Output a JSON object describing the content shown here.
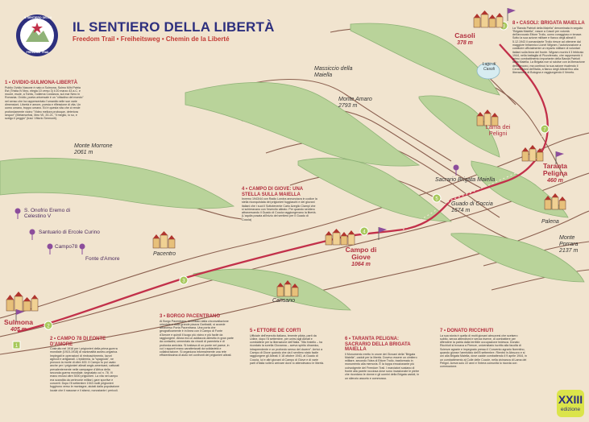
{
  "header": {
    "title": "IL SENTIERO DELLA LIBERTÀ",
    "subtitle": "Freedom Trail • Freiheitsweg • Chemin de la Liberté",
    "logo": {
      "top_text": "IL SENTIERO DELLA LIBERTÀ",
      "bottom_text": "FREEDOM TRAIL",
      "color": "#2d2f7e"
    }
  },
  "places": {
    "massiccio": "Massiccio della Maiella",
    "monte_amaro": {
      "name": "Monte Amaro",
      "alt": "2793 m"
    },
    "monte_morrone": {
      "name": "Monte Morrone",
      "alt": "2061 m"
    },
    "monte_porrara": {
      "name": "Monte Porrara",
      "alt": "2137 m"
    },
    "guado_coccia": {
      "name": "Guado di Coccia",
      "alt": "1674 m"
    },
    "lago": "Lago di Casoli",
    "lama": "Lama dei Peligni",
    "sacrario": "Sacrario Brigata Maiella",
    "palena": "Palena",
    "pacentro": "Pacentro",
    "cansano": "Cansano"
  },
  "stages": [
    {
      "id": 1,
      "name": "Sulmona",
      "alt": "405 m"
    },
    {
      "id": 4,
      "name": "Campo di Giove",
      "alt": "1064 m"
    },
    {
      "id": 7,
      "name": "Taranta Peligna",
      "alt": "460 m"
    },
    {
      "id": 8,
      "name": "Casoli",
      "alt": "378 m"
    }
  ],
  "pins": [
    {
      "label": "S. Onofrio Eremo di Celestino V"
    },
    {
      "label": "Santuario di Ercole Curino"
    },
    {
      "label": "Campo78"
    },
    {
      "label": "Fonte d'Amore"
    }
  ],
  "blocks": {
    "b1": {
      "title": "1 • OVIDIO-SULMONA-LIBERTÀ",
      "text": "Publio Ovidio Nasone è nato a Sulmona, Sulmo Mihi Patria Est (Tristia IV libro, elegia 10 verso 3) il 20 marzo 43 a.C. e muore, esule, a Tomis, l'odierna Costanza, sul mar Nero in Romania. Ovidio, poeta universale è un \"cittadino del mondo\" nel senso che ha rappresentato l'umanità nelle sue varie dimensioni. Libertà e amore, poesia e riflessione di vita. Un uomo umano, troppo umano. Ed è questa vita che ci rende profondamente vicino \"Video meliora proboque, deteriora sequor\" (Metamorfosi, libro VII, 20-21, \"Il meglio, lo so, e scelgo il peggio\" (trad. Vittorio Sermonti)."
    },
    "b2": {
      "title": "2 • CAMPO 78 DI FONTE D'AMORE",
      "text": "Costruito nel 1916 per i prigionieri della prima guerra mondiale (1915-1918) di nazionalità austro-ungarica. Impiegati in operazioni di rimboschimento, lavori agricoli e artigianali. L'epidemia, la \"spagnola\", ne provocò la morte di oltre 400. Il Campo fu poi usato anche per i prigionieri alleati anglo-americani, catturati prevalentemente nelle campagne d'Africa della seconda guerra mondiale, segnalato col n. 78. Vi erano reclusi oltre 3000 prigionieri. La vita nel campo era scandita da cerimonie militari, gare sportive e concerti. Dopo l'8 settembre 1943 molti prigionieri fuggirono verso le montagne, aiutati dalla popolazione locale che li nascose e li sfamò, nonostante i pericoli."
    },
    "b3": {
      "title": "3 • BORGO PACENTRANO",
      "text": "Al Borgo Pacentrano, delimitato dalla circonvallazione orientale e dalla grande piazza Garibaldi, si accede attraverso Porta Pacentrana. Una porta che geograficamente è in linea con il Campo di Fonte d'Amore e quindi il luogo più vicino e più facile da raggiungere. Allora era un addiaccio allestito in gran parte da contadini, cementato da vincoli di parentela e di profonda amicizia. Si trattava di un ponte nel paese, in cui i rapporti erano caratterizzati da solidarietà e collaborazione. Si organizza informalmente una rete efficientissima di aiuto nei confronti dei prigionieri alleati."
    },
    "b4": {
      "title": "4 • CAMPO DI GIOVE: UNA STELLA SULLA MAIELLA",
      "text": "Inverno 1943/44 con Radio Londra annunciava in codice la stella riconquistata dei prigionieri fuggiaschi e dei giovani italiani che i suoi il Sottotenente Carlo Azeglio Ciampi che si schieravano con l'esercito alleato. Per quando sentiero attraversando il Guado di Coccia raggiungevano la libertà. (L'aquila posata all'inizio del sentiero per il Guado di Coccia)"
    },
    "b5": {
      "title": "5 • ETTORE DE CORTI",
      "text": "Ufficiale dell'esercito italiano, tenente pilota, partì da Udine, dopo l'8 settembre, per unirsi agli Alleati e combattere per la liberazione dell'Italia. \"Mio fratello – ha ricordato la sorella Giovanna – aveva spirito dinamico, intraprendente e un profondo senso del dovere\". Arrivò a Campo di Giove quando che da il sentiero stato facile raggiungere gli Alleati. Il 18 ottobre 1943, al Guado di Coccia, lui e altri giovani di Campo di Giove e di varie parti d'Italia vollero arrivare dove lo attendevano le libertà."
    },
    "b6": {
      "title": "6 • TARANTA PELIGNA: SACRARIO DELLA BRIGATA MAIELLA",
      "text": "Il Monumento eretto in onore dei Giovani della \"Brigata Maiella\", caduti per la libertà. Dovevo essere un cimitero militare, secondo l'idea di Ettore Troilo, trasformato in monumento alla memoria. È la toppa emozionante più coinvolgente del Freedom Trail. I marciatori sostano di fronte alla parete rocciosa dove sono incastonate le pietre che ricordano le donne e gli uomini della Brigata caduti, in un silenzio assorto e commosso."
    },
    "b7": {
      "title": "7 • DONATO RICCHIUTI",
      "text": "La sua storia è quella di molti giovani abruzzesi che scelsero subito, senza attendismi e senza riserve, di combattere per difendere la patria dalla terribile occupazione tedesca. Donato Ricchiuti si trovava a Firenze, universitario iscritto alla facoltà di Scienze agrarie e impegnato presso il Convento agrario fiorentino, quando giunse l'armistizio dell'8 settembre. Rientrò in Abruzzo e si unì alla Brigata Maiella, dove cadde combattendo il 9 aprile 1944, in un combattimento al Colle delle Coccie, nella vicinanza di Lama dei Peligni. Aveva solo 22 anni e l'intera comunità lo ricorda con commozione."
    },
    "b8": {
      "title": "8 • CASOLI: BRIGATA MAIELLA",
      "text": "La \"Banda Patrioti della Maiella\" denominata in seguito \"Brigata Maiella\", nasce a Casoli per volontà dell'avvocato Ettore Troilo, uomo coraggioso e tenace. Sotto la sua azione militare e fianco degli alleati il 5.12.1943 il comandante Troilo riesce ad ottenere dal maggiore britannico Lionel Wigram, l'autorizzazione a costituire ufficialmente un reparto militare di volontari italiani sulla linea del fronte. Wigram morirà il 3 febbraio 1944, nella battaglia di Pizzoferrato, che rappresentò il primo combattimento importante della Banda Patrioti della Maiella. La Brigata non si sciolse con la liberazione dell'Abruzzo, ma continuò la sua azione risalendo il Centro-Nord dell'Italia, a fianco degli Alleati fino alla liberazione di Bologna e raggiungendo il Veneto."
    }
  },
  "edition": {
    "number": "XXIII",
    "label": "edizione"
  },
  "colors": {
    "route": "#c2304a",
    "title": "#2d2f7e",
    "mountain": "#b9d39a",
    "waypoint": "#a7c85b",
    "pin": "#8c4d9c",
    "badge": "#dbe44a"
  }
}
